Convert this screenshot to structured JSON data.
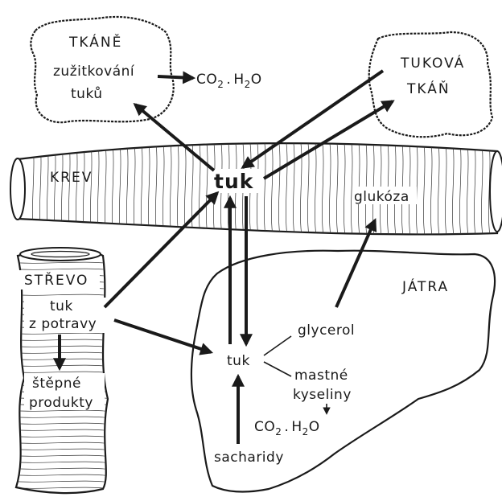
{
  "tissues": {
    "title": "TKÁNĚ",
    "line1": "zužitkování",
    "line2": "tuků"
  },
  "tissues_product": {
    "co": "CO",
    "co_sub": "2",
    "sep": ".",
    "h": "H",
    "h_sub": "2",
    "o": "O"
  },
  "adipose": {
    "line1": "TUKOVÁ",
    "line2": "TKÁŇ"
  },
  "blood": {
    "label": "KREV",
    "fat": "tuk",
    "glucose": "glukóza"
  },
  "intestine": {
    "title": "STŘEVO",
    "food_line1": "tuk",
    "food_line2": "z potravy",
    "products_line1": "štěpné",
    "products_line2": "produkty"
  },
  "liver": {
    "title": "JÁTRA",
    "fat": "tuk",
    "glycerol": "glycerol",
    "fatty_line1": "mastné",
    "fatty_line2": "kyseliny",
    "carbs": "sacharidy"
  },
  "liver_product": {
    "co": "CO",
    "co_sub": "2",
    "sep": ".",
    "h": "H",
    "h_sub": "2",
    "o": "O"
  }
}
